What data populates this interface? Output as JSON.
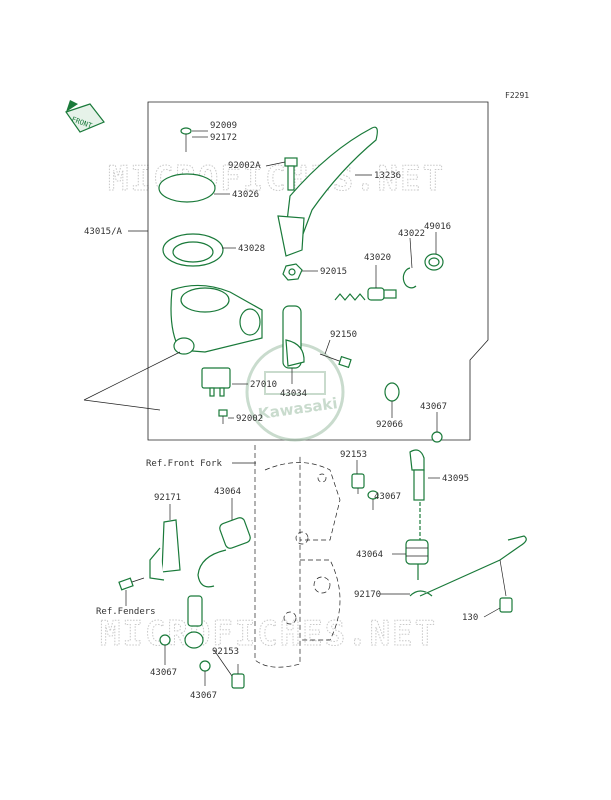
{
  "figure_id": "F2291",
  "front_tag": "FRONT",
  "watermark": "MICROFICHES.NET",
  "logo_text": "Kawasaki",
  "accent_color": "#1a7a3a",
  "labels": {
    "l92009": "92009",
    "l92172": "92172",
    "l92002A": "92002A",
    "l13236": "13236",
    "l43026": "43026",
    "l43015A": "43015/A",
    "l43028": "43028",
    "l92015": "92015",
    "l43020": "43020",
    "l43022": "43022",
    "l49016": "49016",
    "l92150": "92150",
    "l27010": "27010",
    "l43034": "43034",
    "l92002": "92002",
    "l92066": "92066",
    "l43067a": "43067",
    "refFork": "Ref.Front Fork",
    "l92153a": "92153",
    "l43095": "43095",
    "l43067b": "43067",
    "l92171": "92171",
    "l43064a": "43064",
    "l43064b": "43064",
    "refFenders": "Ref.Fenders",
    "l92170": "92170",
    "l130": "130",
    "l92153b": "92153",
    "l43067c": "43067",
    "l43067d": "43067"
  }
}
